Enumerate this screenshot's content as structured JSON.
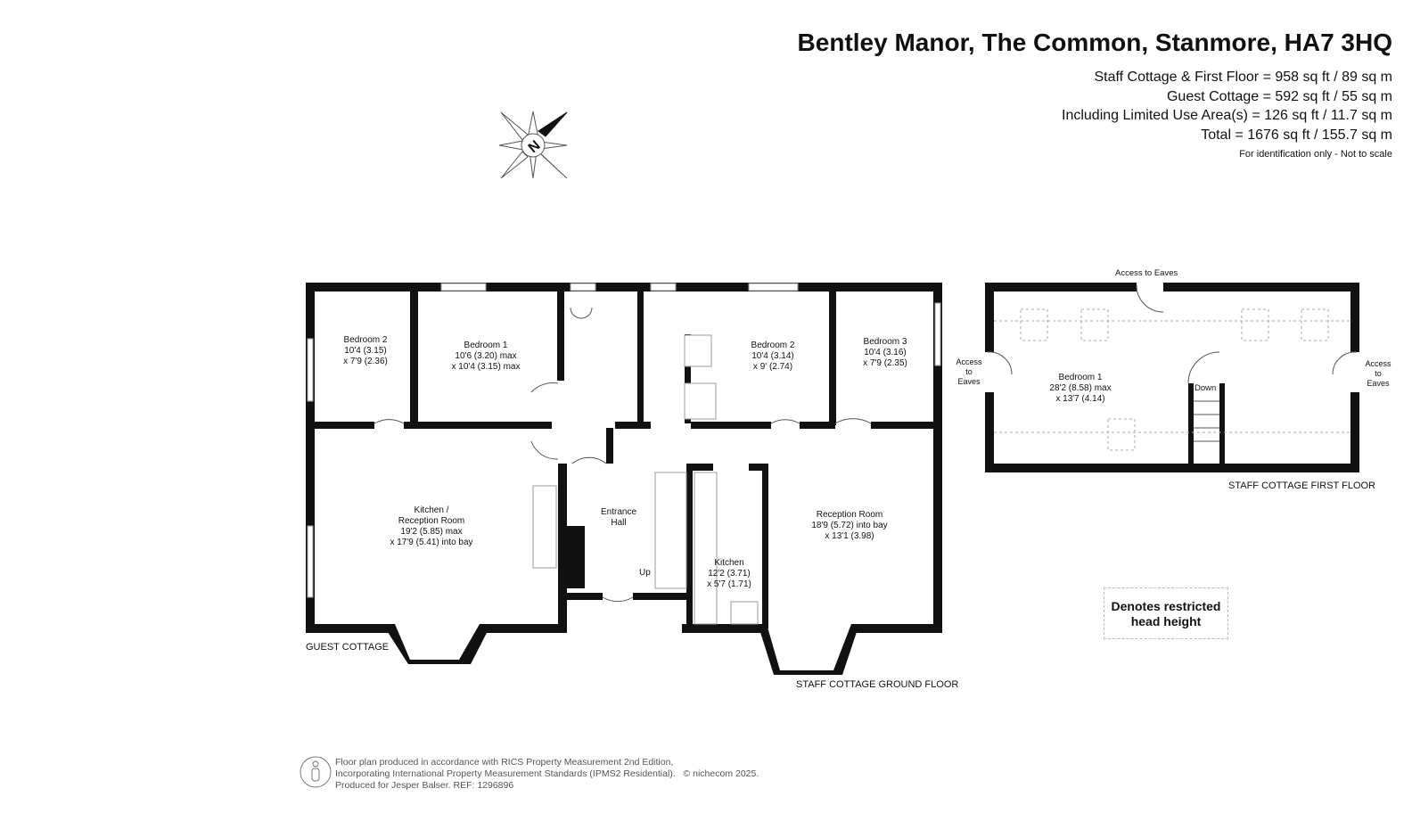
{
  "header": {
    "title": "Bentley Manor, The Common, Stanmore, HA7 3HQ",
    "areas": [
      "Staff Cottage & First Floor = 958 sq ft / 89 sq m",
      "Guest Cottage = 592 sq ft / 55 sq m",
      "Including Limited Use Area(s) = 126 sq ft / 11.7 sq m",
      "Total = 1676 sq ft / 155.7 sq m"
    ],
    "note": "For identification only - Not to scale"
  },
  "compass": {
    "label": "N"
  },
  "ground_floor": {
    "guest_label": "GUEST COTTAGE",
    "staff_label": "STAFF COTTAGE GROUND FLOOR",
    "rooms": {
      "g_bedroom2": [
        "Bedroom 2",
        "10'4 (3.15)",
        "x 7'9 (2.36)"
      ],
      "g_bedroom1": [
        "Bedroom 1",
        "10'6 (3.20) max",
        "x 10'4 (3.15) max"
      ],
      "g_kitchen": [
        "Kitchen /",
        "Reception Room",
        "19'2 (5.85) max",
        "x 17'9 (5.41) into bay"
      ],
      "hall": [
        "Entrance",
        "Hall"
      ],
      "s_bedroom2": [
        "Bedroom 2",
        "10'4 (3.14)",
        "x 9' (2.74)"
      ],
      "s_bedroom3": [
        "Bedroom 3",
        "10'4 (3.16)",
        "x 7'9 (2.35)"
      ],
      "s_kitchen": [
        "Kitchen",
        "12'2 (3.71)",
        "x 5'7 (1.71)"
      ],
      "s_reception": [
        "Reception Room",
        "18'9 (5.72) into bay",
        "x 13'1 (3.98)"
      ]
    },
    "stairs_up": "Up"
  },
  "first_floor": {
    "label": "STAFF COTTAGE FIRST FLOOR",
    "bedroom1": [
      "Bedroom 1",
      "28'2 (8.58) max",
      "x 13'7 (4.14)"
    ],
    "access_top": "Access to Eaves",
    "access_left": [
      "Access",
      "to",
      "Eaves"
    ],
    "access_right": [
      "Access",
      "to",
      "Eaves"
    ],
    "stairs_down": "Down"
  },
  "legend": {
    "text": [
      "Denotes restricted",
      "head height"
    ]
  },
  "footer": {
    "lines": [
      "Floor plan produced in accordance with RICS Property Measurement 2nd Edition,",
      "Incorporating International Property Measurement Standards (IPMS2 Residential).",
      "Produced for Jesper Balser.   REF:  1296896"
    ],
    "copyright": "© nichecom 2025."
  }
}
